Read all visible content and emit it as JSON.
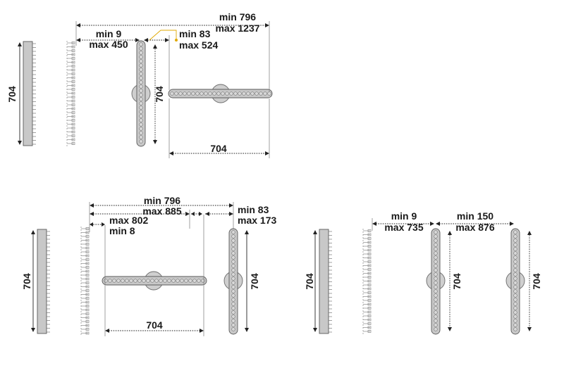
{
  "colors": {
    "leader": "#e0a800",
    "bar": "#c8c8c8",
    "line": "#222222"
  },
  "diagram1": {
    "height_label": "704",
    "top_min": "min 796",
    "top_max": "max 1237",
    "left_min": "min 9",
    "left_max": "max 450",
    "mid_min": "min 83",
    "mid_max": "max 524",
    "mid_height_label": "704",
    "bottom_label": "704"
  },
  "diagram2": {
    "height_label": "704",
    "top_min": "min 796",
    "top_max": "max 885",
    "sub_max": "max 802",
    "sub_min": "min 8",
    "right_min": "min 83",
    "right_max": "max 173",
    "right_height_label": "704",
    "bottom_label": "704"
  },
  "diagram3": {
    "height_label": "704",
    "gap1_min": "min 9",
    "gap1_max": "max 735",
    "gap2_min": "min 150",
    "gap2_max": "max 876",
    "mid_height_label": "704",
    "right_height_label": "704"
  }
}
